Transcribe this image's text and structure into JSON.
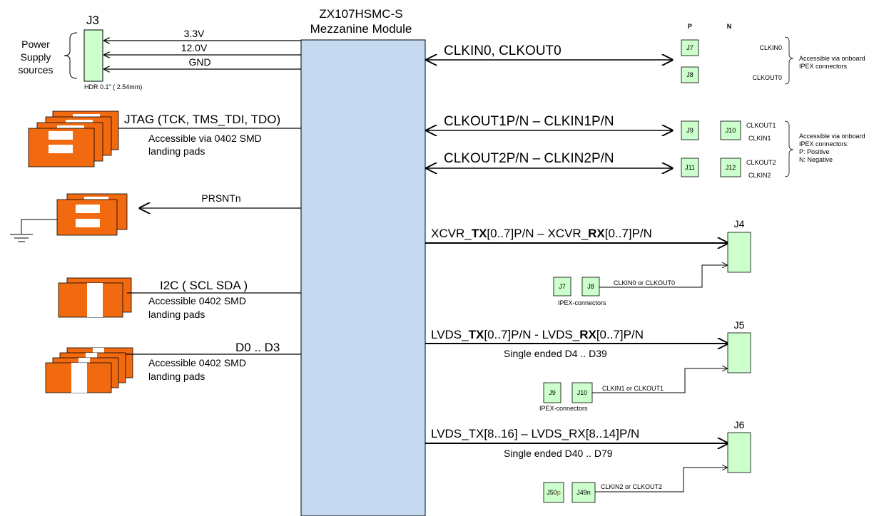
{
  "module": {
    "title_line1": "ZX107HSMC-S",
    "title_line2": "Mezzanine Module"
  },
  "power": {
    "header_label": "J3",
    "header_note": "HDR 0.1\" ( 2.54mm)",
    "group_label": [
      "Power",
      "Supply",
      "sources"
    ],
    "rails": [
      "3.3V",
      "12.0V",
      "GND"
    ]
  },
  "jtag": {
    "label": "JTAG (TCK, TMS_TDI, TDO)",
    "note": [
      "Accessible via 0402 SMD",
      "landing pads"
    ]
  },
  "prsnt": {
    "label": "PRSNTn"
  },
  "i2c": {
    "label": "I2C ( SCL SDA )",
    "note": [
      "Accessible 0402 SMD",
      "landing pads"
    ]
  },
  "dio": {
    "label": "D0 .. D3",
    "note": [
      "Accessible 0402 SMD",
      "landing pads"
    ]
  },
  "clocks": {
    "col_p": "P",
    "col_n": "N",
    "ch0": {
      "label": "CLKIN0, CLKOUT0",
      "conn_a": "J7",
      "conn_b": "J8",
      "name_a": "CLKIN0",
      "name_b": "CLKOUT0"
    },
    "ch1": {
      "label": "CLKOUT1P/N – CLKIN1P/N",
      "conn_p": "J9",
      "conn_n": "J10",
      "name_a": "CLKOUT1",
      "name_b": "CLKIN1"
    },
    "ch2": {
      "label": "CLKOUT2P/N – CLKIN2P/N",
      "conn_p": "J11",
      "conn_n": "J12",
      "name_a": "CLKOUT2",
      "name_b": "CLKIN2"
    },
    "note_top": [
      "Accessible via onboard",
      "IPEX connectors"
    ],
    "note_bottom": [
      "Accessible via onboard",
      "IPEX connectors:",
      "P:  Positive",
      "N: Negative"
    ]
  },
  "xcvr": {
    "parts": [
      "XCVR_",
      "TX",
      "[0..7]P/N – XCVR_",
      "RX",
      "[0..7]P/N"
    ],
    "conn": "J4",
    "ipex_a": "J7",
    "ipex_b": "J8",
    "clk_label": "CLKIN0  or CLKOUT0",
    "ipex_caption": "IPEX-connectors"
  },
  "lvds1": {
    "parts": [
      "LVDS_",
      "TX",
      "[0..7]P/N  - LVDS_",
      "RX",
      "[0..7]P/N"
    ],
    "sub": "Single ended D4 .. D39",
    "conn": "J5",
    "ipex_a": "J9",
    "ipex_b": "J10",
    "clk_label": "CLKIN1 or CLKOUT1",
    "ipex_caption": "IPEX-connectors"
  },
  "lvds2": {
    "label": "LVDS_TX[8..16] – LVDS_RX[8..14]P/N",
    "sub": "Single ended D40 .. D79",
    "conn": "J6",
    "ipex_a_num": "J50",
    "ipex_a_suffix": "p",
    "ipex_b": "J49n",
    "clk_label": "CLKIN2 or CLKOUT2"
  },
  "colors": {
    "pad": "#f26a10",
    "connector": "#ccffcc",
    "line": "#000000",
    "accent_p": "#d13b00"
  }
}
